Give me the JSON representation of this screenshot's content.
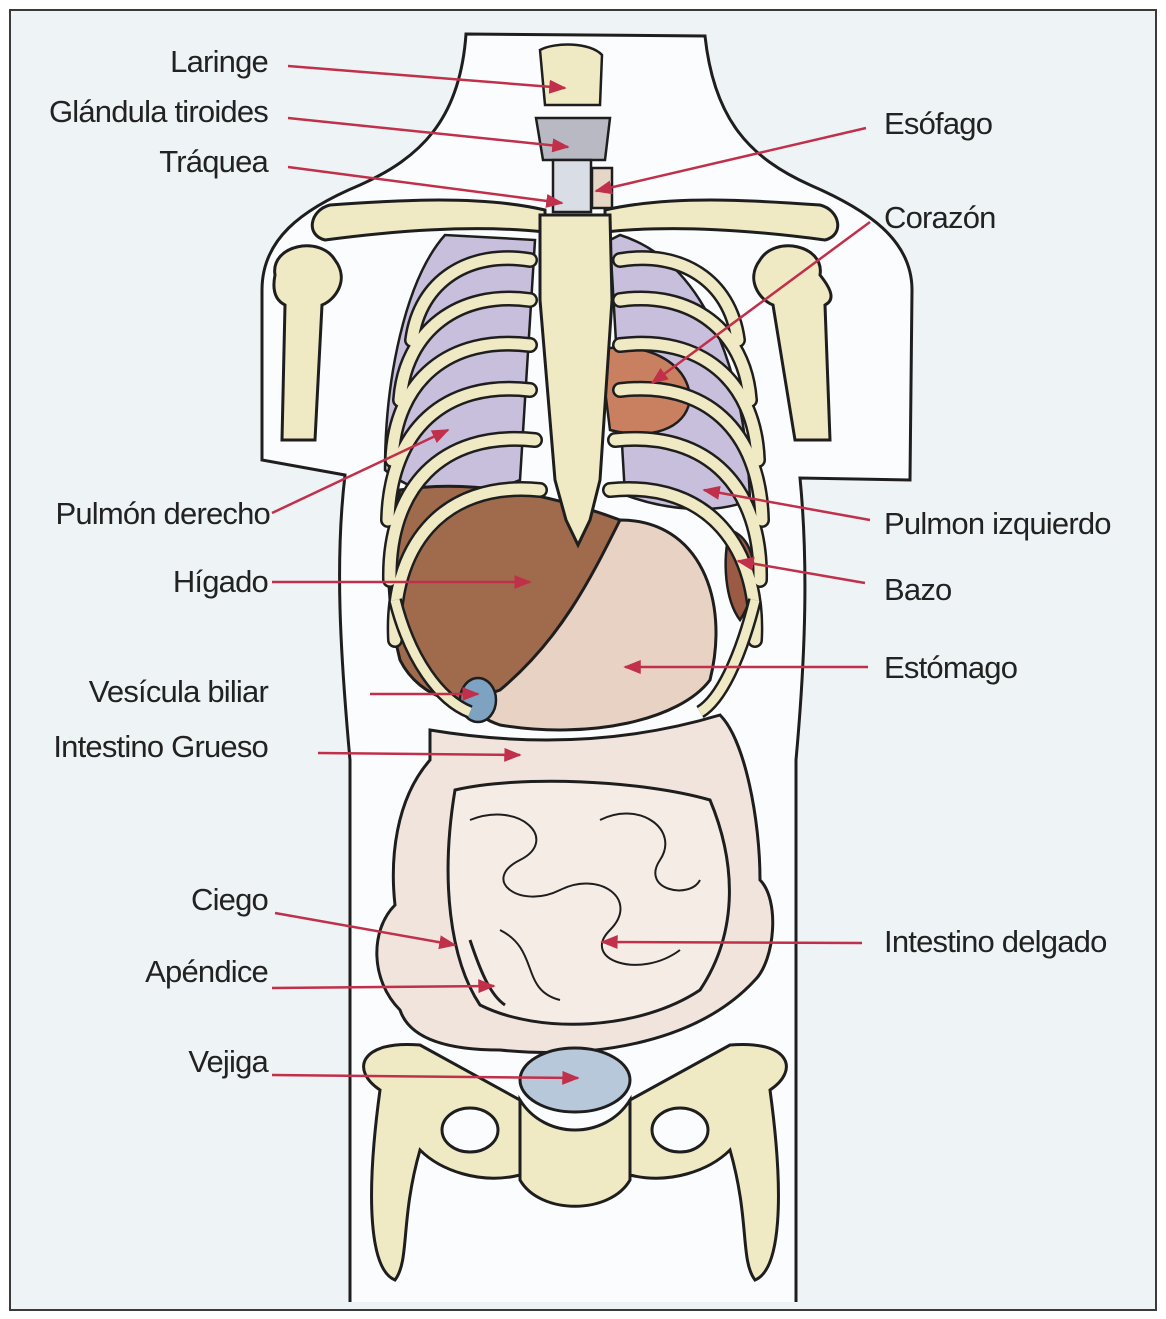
{
  "colors": {
    "background": "#eef3f6",
    "outline": "#1e1e1e",
    "bone": "#efe9c4",
    "lung": "#c8bfdc",
    "liver": "#a06a4c",
    "stomach": "#e8d2c4",
    "intestine": "#f1e4dd",
    "bladder": "#b7c8da",
    "pointer": "#c0304a"
  },
  "labels": {
    "laringe": "Laringe",
    "glandula_tiroides": "Glándula tiroides",
    "traquea": "Tráquea",
    "esofago": "Esófago",
    "corazon": "Corazón",
    "pulmon_derecho": "Pulmón derecho",
    "pulmon_izquierdo": "Pulmon izquierdo",
    "higado": "Hígado",
    "bazo": "Bazo",
    "vesicula_biliar": "Vesícula biliar",
    "estomago": "Estómago",
    "intestino_grueso": "Intestino Grueso",
    "ciego": "Ciego",
    "intestino_delgado": "Intestino delgado",
    "apendice": "Apéndice",
    "vejiga": "Vejiga"
  }
}
